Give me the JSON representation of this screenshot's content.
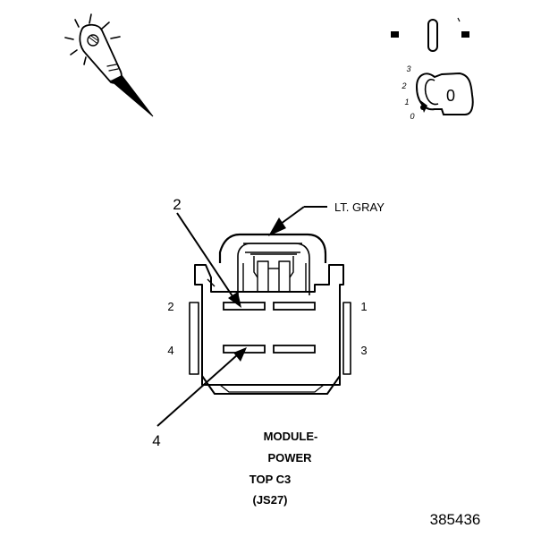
{
  "connector_color": "LT. GRAY",
  "callouts": {
    "upper": "2",
    "lower": "4"
  },
  "pins": {
    "p2": "2",
    "p1": "1",
    "p4": "4",
    "p3": "3"
  },
  "caption": {
    "line1": "MODULE-",
    "line2": "POWER",
    "line3": "TOP C3",
    "line4": "(JS27)"
  },
  "ignition": {
    "pos3": "3",
    "pos2": "2",
    "pos1": "1",
    "pos0": "0",
    "key_label": "0"
  },
  "figure_number": "385436",
  "icons": {
    "probe": "test-probe-icon",
    "ignition": "ignition-switch-icon"
  }
}
